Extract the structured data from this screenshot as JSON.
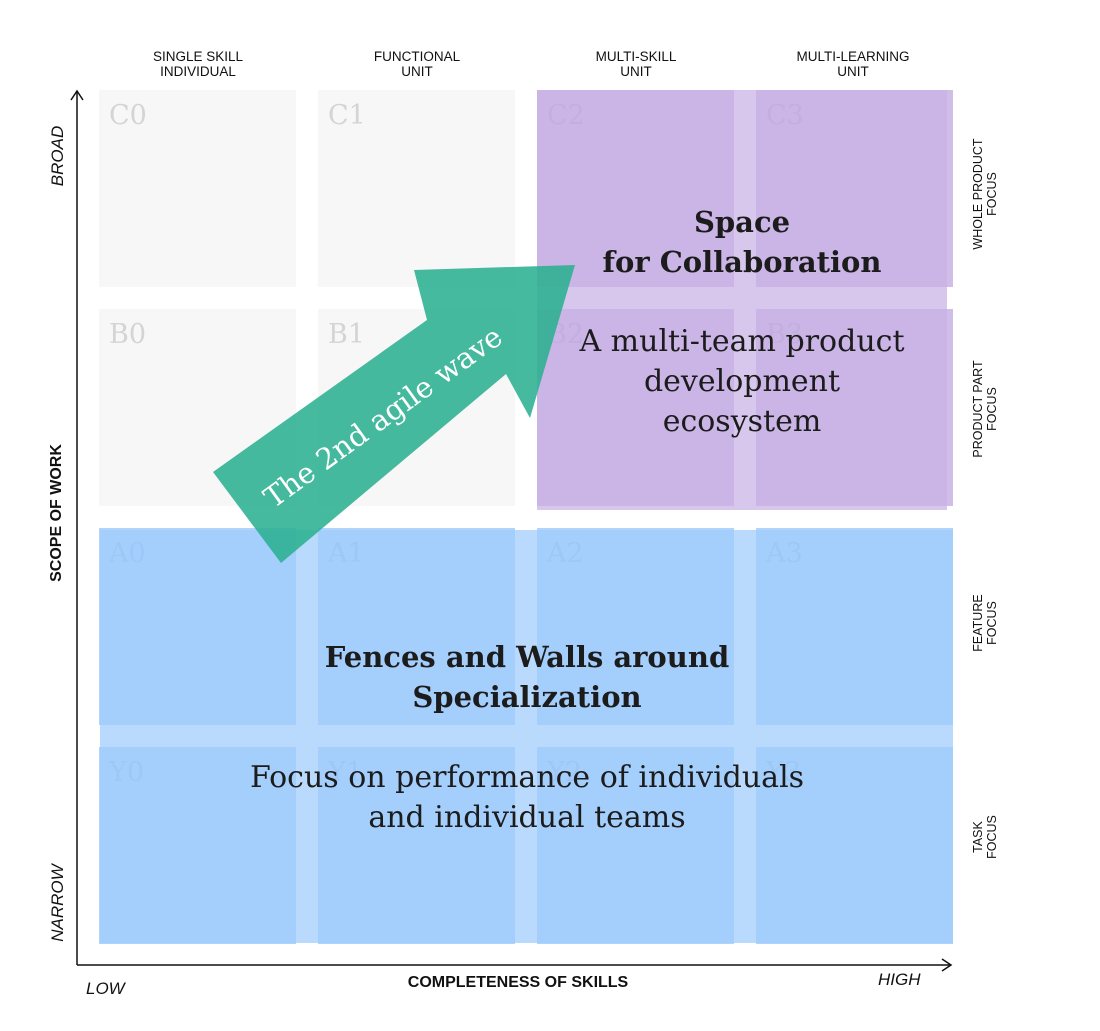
{
  "columns": [
    {
      "label_line1": "SINGLE SKILL",
      "label_line2": "INDIVIDUAL"
    },
    {
      "label_line1": "FUNCTIONAL",
      "label_line2": "UNIT"
    },
    {
      "label_line1": "MULTI-SKILL",
      "label_line2": "UNIT"
    },
    {
      "label_line1": "MULTI-LEARNING",
      "label_line2": "UNIT"
    }
  ],
  "rows": [
    {
      "label_line1": "WHOLE PRODUCT",
      "label_line2": "FOCUS"
    },
    {
      "label_line1": "PRODUCT PART",
      "label_line2": "FOCUS"
    },
    {
      "label_line1": "FEATURE",
      "label_line2": "FOCUS"
    },
    {
      "label_line1": "TASK",
      "label_line2": "FOCUS"
    }
  ],
  "cells": {
    "c0": "C0",
    "c1": "C1",
    "c2": "C2",
    "c3": "C3",
    "b0": "B0",
    "b1": "B1",
    "b2": "B2",
    "b3": "B3",
    "a0": "A0",
    "a1": "A1",
    "a2": "A2",
    "a3": "A3",
    "y0": "Y0",
    "y1": "Y1",
    "y2": "Y2",
    "y3": "Y3"
  },
  "axes": {
    "y_title": "SCOPE OF WORK",
    "y_high": "BROAD",
    "y_low": "NARROW",
    "x_title": "COMPLETENESS OF SKILLS",
    "x_low": "LOW",
    "x_high": "HIGH"
  },
  "collaboration": {
    "title_line1": "Space",
    "title_line2": "for Collaboration",
    "desc_line1": "A multi-team product",
    "desc_line2": "development",
    "desc_line3": "ecosystem",
    "color": "#c7b2e4"
  },
  "specialization": {
    "title_line1": "Fences and Walls around",
    "title_line2": "Specialization",
    "desc_line1": "Focus on performance of individuals",
    "desc_line2": "and individual teams",
    "color": "#a0ccfc"
  },
  "arrow": {
    "label": "The 2nd agile wave",
    "color": "#2bb091"
  }
}
